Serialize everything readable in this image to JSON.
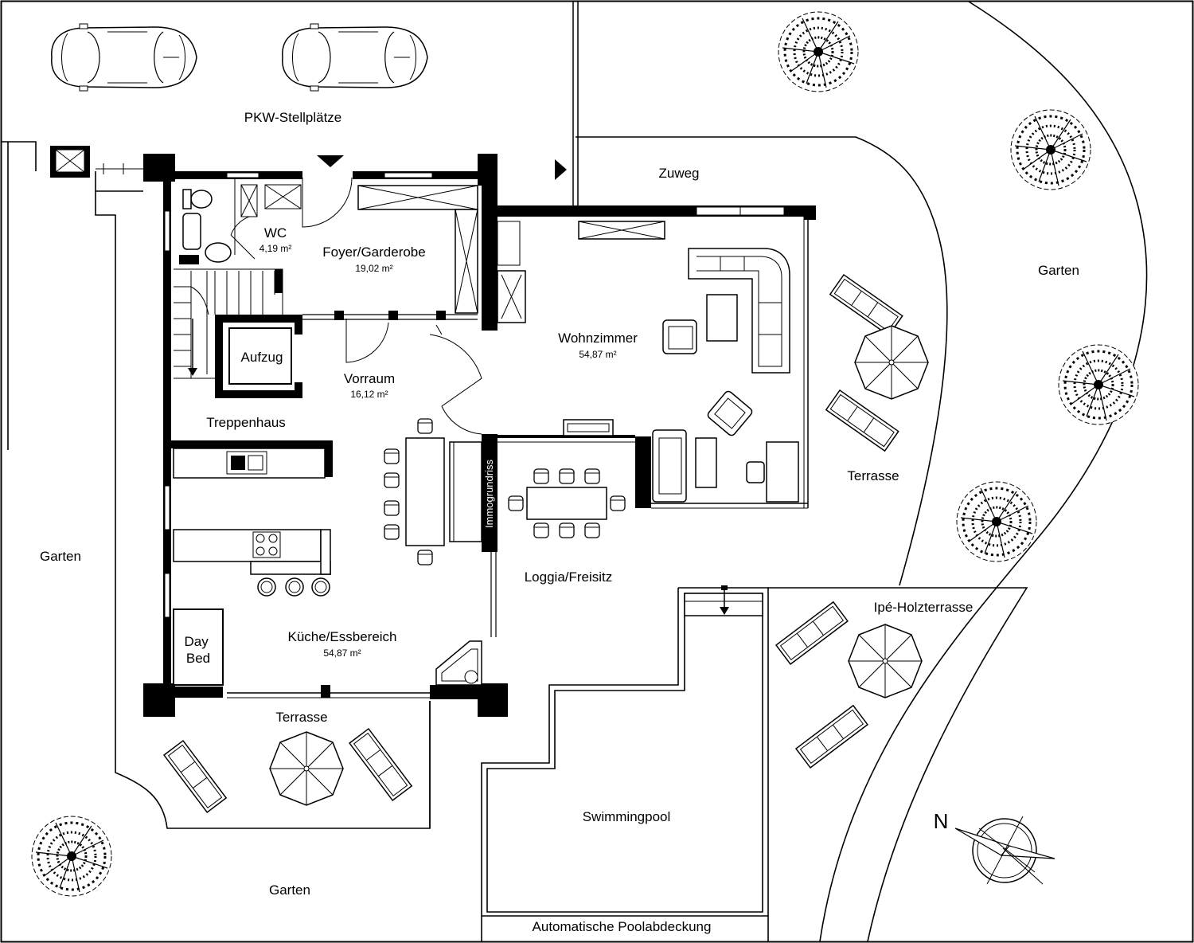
{
  "plan": {
    "rooms": [
      {
        "id": "parking",
        "label": "PKW-Stellplätze"
      },
      {
        "id": "zuweg",
        "label": "Zuweg"
      },
      {
        "id": "garden-east",
        "label": "Garten"
      },
      {
        "id": "wc",
        "label": "WC",
        "area": "4,19 m²"
      },
      {
        "id": "foyer",
        "label": "Foyer/Garderobe",
        "area": "19,02 m²"
      },
      {
        "id": "wohnzimmer",
        "label": "Wohnzimmer",
        "area": "54,87 m²"
      },
      {
        "id": "aufzug",
        "label": "Aufzug"
      },
      {
        "id": "vorraum",
        "label": "Vorraum",
        "area": "16,12 m²"
      },
      {
        "id": "treppenhaus",
        "label": "Treppenhaus"
      },
      {
        "id": "terrasse-east",
        "label": "Terrasse"
      },
      {
        "id": "garden-west",
        "label": "Garten"
      },
      {
        "id": "loggia",
        "label": "Loggia/Freisitz"
      },
      {
        "id": "ipe",
        "label": "Ipé-Holzterrasse"
      },
      {
        "id": "daybed",
        "label": "Day Bed"
      },
      {
        "id": "kueche",
        "label": "Küche/Essbereich",
        "area": "54,87 m²"
      },
      {
        "id": "terrasse-south",
        "label": "Terrasse"
      },
      {
        "id": "pool",
        "label": "Swimmingpool"
      },
      {
        "id": "garden-south",
        "label": "Garten"
      },
      {
        "id": "poolcover",
        "label": "Automatische Poolabdeckung"
      }
    ],
    "watermark": "Immogrundriss",
    "compass_label": "N"
  }
}
